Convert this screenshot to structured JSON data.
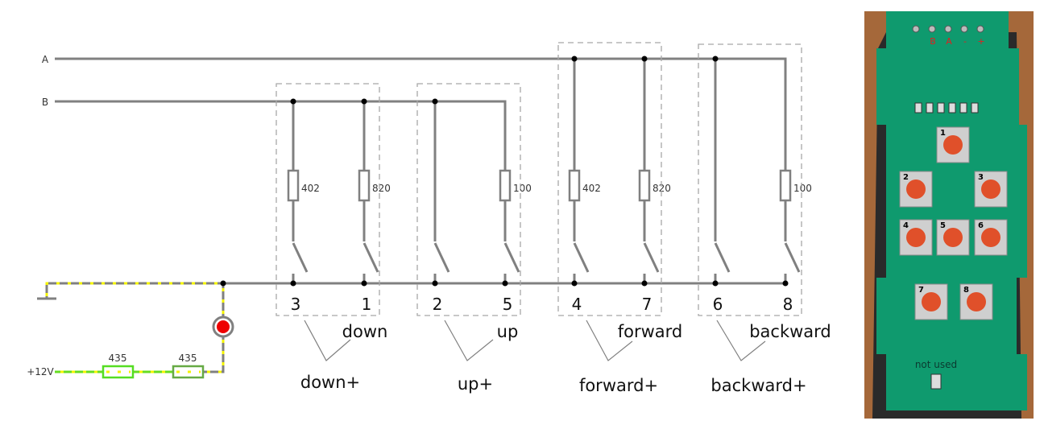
{
  "buses": {
    "a": "A",
    "b": "B"
  },
  "supply": {
    "label": "+12V",
    "resistors": [
      "435",
      "435"
    ]
  },
  "groups": [
    {
      "name": "down",
      "combined": "down+",
      "switches": [
        {
          "num": "3",
          "res": "402",
          "bus": "B"
        },
        {
          "num": "1",
          "res": "820",
          "bus": "B"
        }
      ]
    },
    {
      "name": "up",
      "combined": "up+",
      "switches": [
        {
          "num": "2",
          "res": "",
          "bus": "B"
        },
        {
          "num": "5",
          "res": "100",
          "bus": "B"
        }
      ]
    },
    {
      "name": "forward",
      "combined": "forward+",
      "switches": [
        {
          "num": "4",
          "res": "402",
          "bus": "A"
        },
        {
          "num": "7",
          "res": "820",
          "bus": "A"
        }
      ]
    },
    {
      "name": "backward",
      "combined": "backward+",
      "switches": [
        {
          "num": "6",
          "res": "",
          "bus": "A"
        },
        {
          "num": "8",
          "res": "100",
          "bus": "A"
        }
      ]
    }
  ],
  "photo": {
    "pins": [
      "B",
      "A",
      "-",
      "+"
    ],
    "buttons": [
      "1",
      "2",
      "3",
      "4",
      "5",
      "6",
      "7",
      "8"
    ],
    "note": "not used"
  },
  "colors": {
    "wire": "#808080",
    "highlight": "#f4f400",
    "supply": "#66dd22",
    "led": "#ee0000",
    "pcb": "#0f9a6e"
  }
}
